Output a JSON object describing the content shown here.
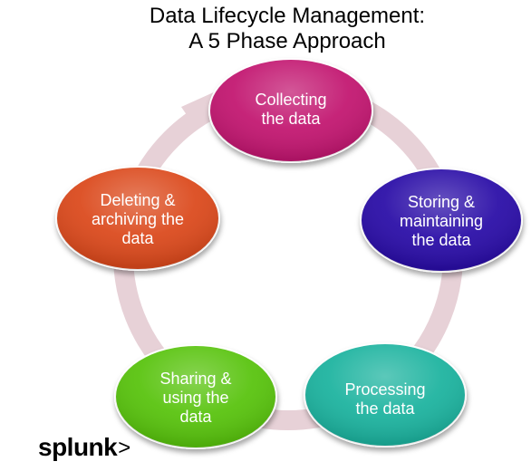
{
  "title": {
    "line1": "Data Lifecycle Management:",
    "line2": "A 5 Phase Approach"
  },
  "phases": [
    {
      "label": "Collecting\nthe data",
      "color": "#c2166f"
    },
    {
      "label": "Storing &\nmaintaining\nthe data",
      "color": "#2a0ba7"
    },
    {
      "label": "Processing\nthe data",
      "color": "#1cb39f"
    },
    {
      "label": "Sharing &\nusing the\ndata",
      "color": "#58c30c"
    },
    {
      "label": "Deleting &\narchiving the\ndata",
      "color": "#db4a1b"
    }
  ],
  "cycle_color": "#e7d1d7",
  "logo": {
    "text": "splunk",
    "mark": ">"
  }
}
